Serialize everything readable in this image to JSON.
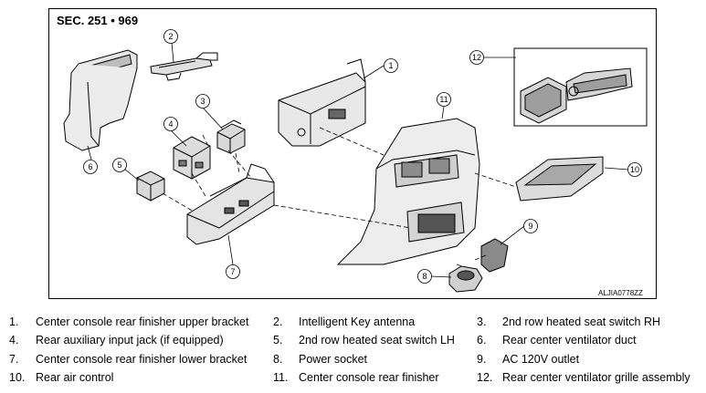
{
  "header": {
    "section_label": "SEC. 251 • 969"
  },
  "figure_code": "ALJIA0778ZZ",
  "callouts": [
    "1",
    "2",
    "3",
    "4",
    "5",
    "6",
    "7",
    "8",
    "9",
    "10",
    "11",
    "12"
  ],
  "legend": [
    {
      "num": "1.",
      "text": "Center console rear finisher upper bracket"
    },
    {
      "num": "2.",
      "text": "Intelligent Key antenna"
    },
    {
      "num": "3.",
      "text": "2nd row heated seat switch RH"
    },
    {
      "num": "4.",
      "text": "Rear auxiliary input jack (if equipped)"
    },
    {
      "num": "5.",
      "text": "2nd row heated seat switch LH"
    },
    {
      "num": "6.",
      "text": "Rear center ventilator duct"
    },
    {
      "num": "7.",
      "text": "Center console rear finisher lower bracket"
    },
    {
      "num": "8.",
      "text": "Power socket"
    },
    {
      "num": "9.",
      "text": "AC 120V outlet"
    },
    {
      "num": "10.",
      "text": "Rear air control"
    },
    {
      "num": "11.",
      "text": "Center console rear finisher"
    },
    {
      "num": "12.",
      "text": "Rear center ventilator grille assembly"
    }
  ]
}
